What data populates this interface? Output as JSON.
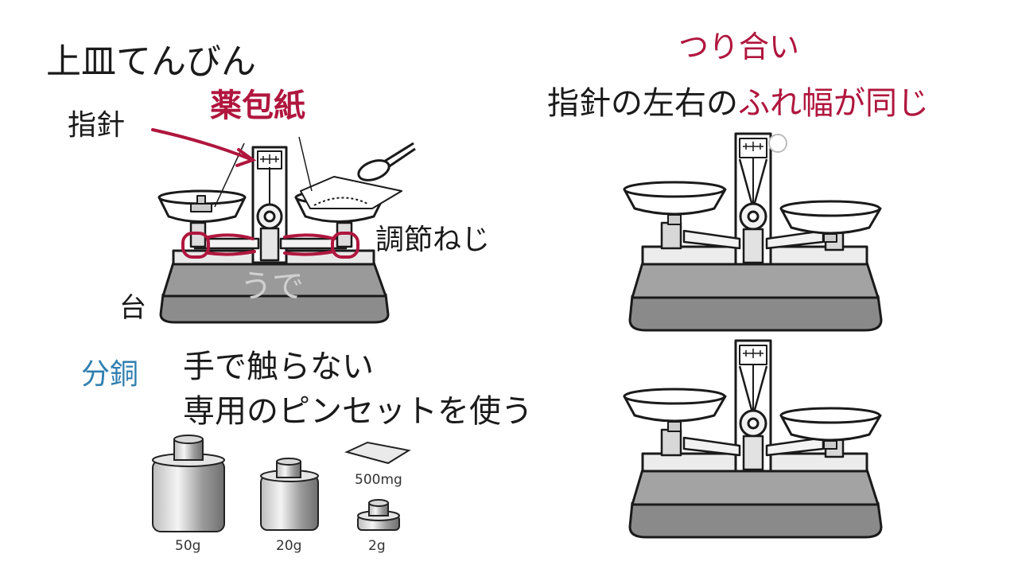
{
  "left": {
    "title": "上皿てんびん",
    "labels": {
      "pointer": "指針",
      "medicine_paper": "薬包紙",
      "adjust_screw": "調節ねじ",
      "arm": "うで",
      "base": "台"
    },
    "weights": {
      "heading": "分銅",
      "rule1": "手で触らない",
      "rule2": "専用のピンセットを使う",
      "items": [
        "50g",
        "20g",
        "500mg",
        "2g"
      ]
    }
  },
  "right": {
    "heading": "つり合い",
    "subtitle_plain": "指針の左右の",
    "subtitle_red": "ふれ幅が同じ"
  },
  "colors": {
    "accent_red": "#b0163e",
    "accent_blue": "#2f7fb0",
    "ink": "#1a1a1a",
    "base_gray": "#8a8a8a"
  }
}
